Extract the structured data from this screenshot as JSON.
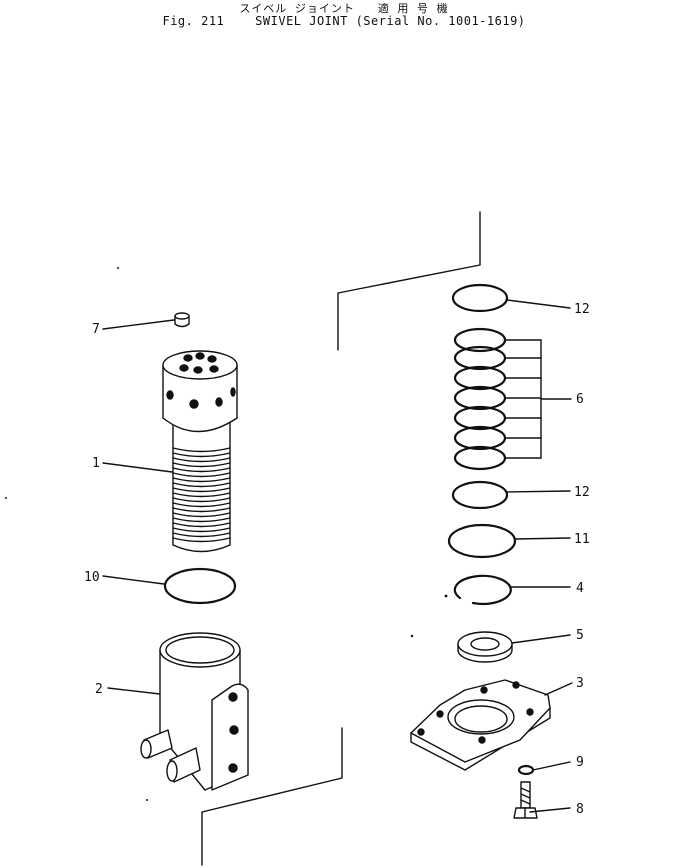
{
  "header": {
    "title_jp": "スイベル ジョイント   適 用 号 機",
    "title_en": "Fig. 211    SWIVEL JOINT (Serial No. 1001-1619)"
  },
  "callouts": [
    {
      "id": "1",
      "label": "1"
    },
    {
      "id": "2",
      "label": "2"
    },
    {
      "id": "3",
      "label": "3"
    },
    {
      "id": "4",
      "label": "4"
    },
    {
      "id": "5",
      "label": "5"
    },
    {
      "id": "6",
      "label": "6"
    },
    {
      "id": "7",
      "label": "7"
    },
    {
      "id": "8",
      "label": "8"
    },
    {
      "id": "9",
      "label": "9"
    },
    {
      "id": "10",
      "label": "10"
    },
    {
      "id": "11",
      "label": "11"
    },
    {
      "id": "12a",
      "label": "12"
    },
    {
      "id": "12b",
      "label": "12"
    }
  ]
}
